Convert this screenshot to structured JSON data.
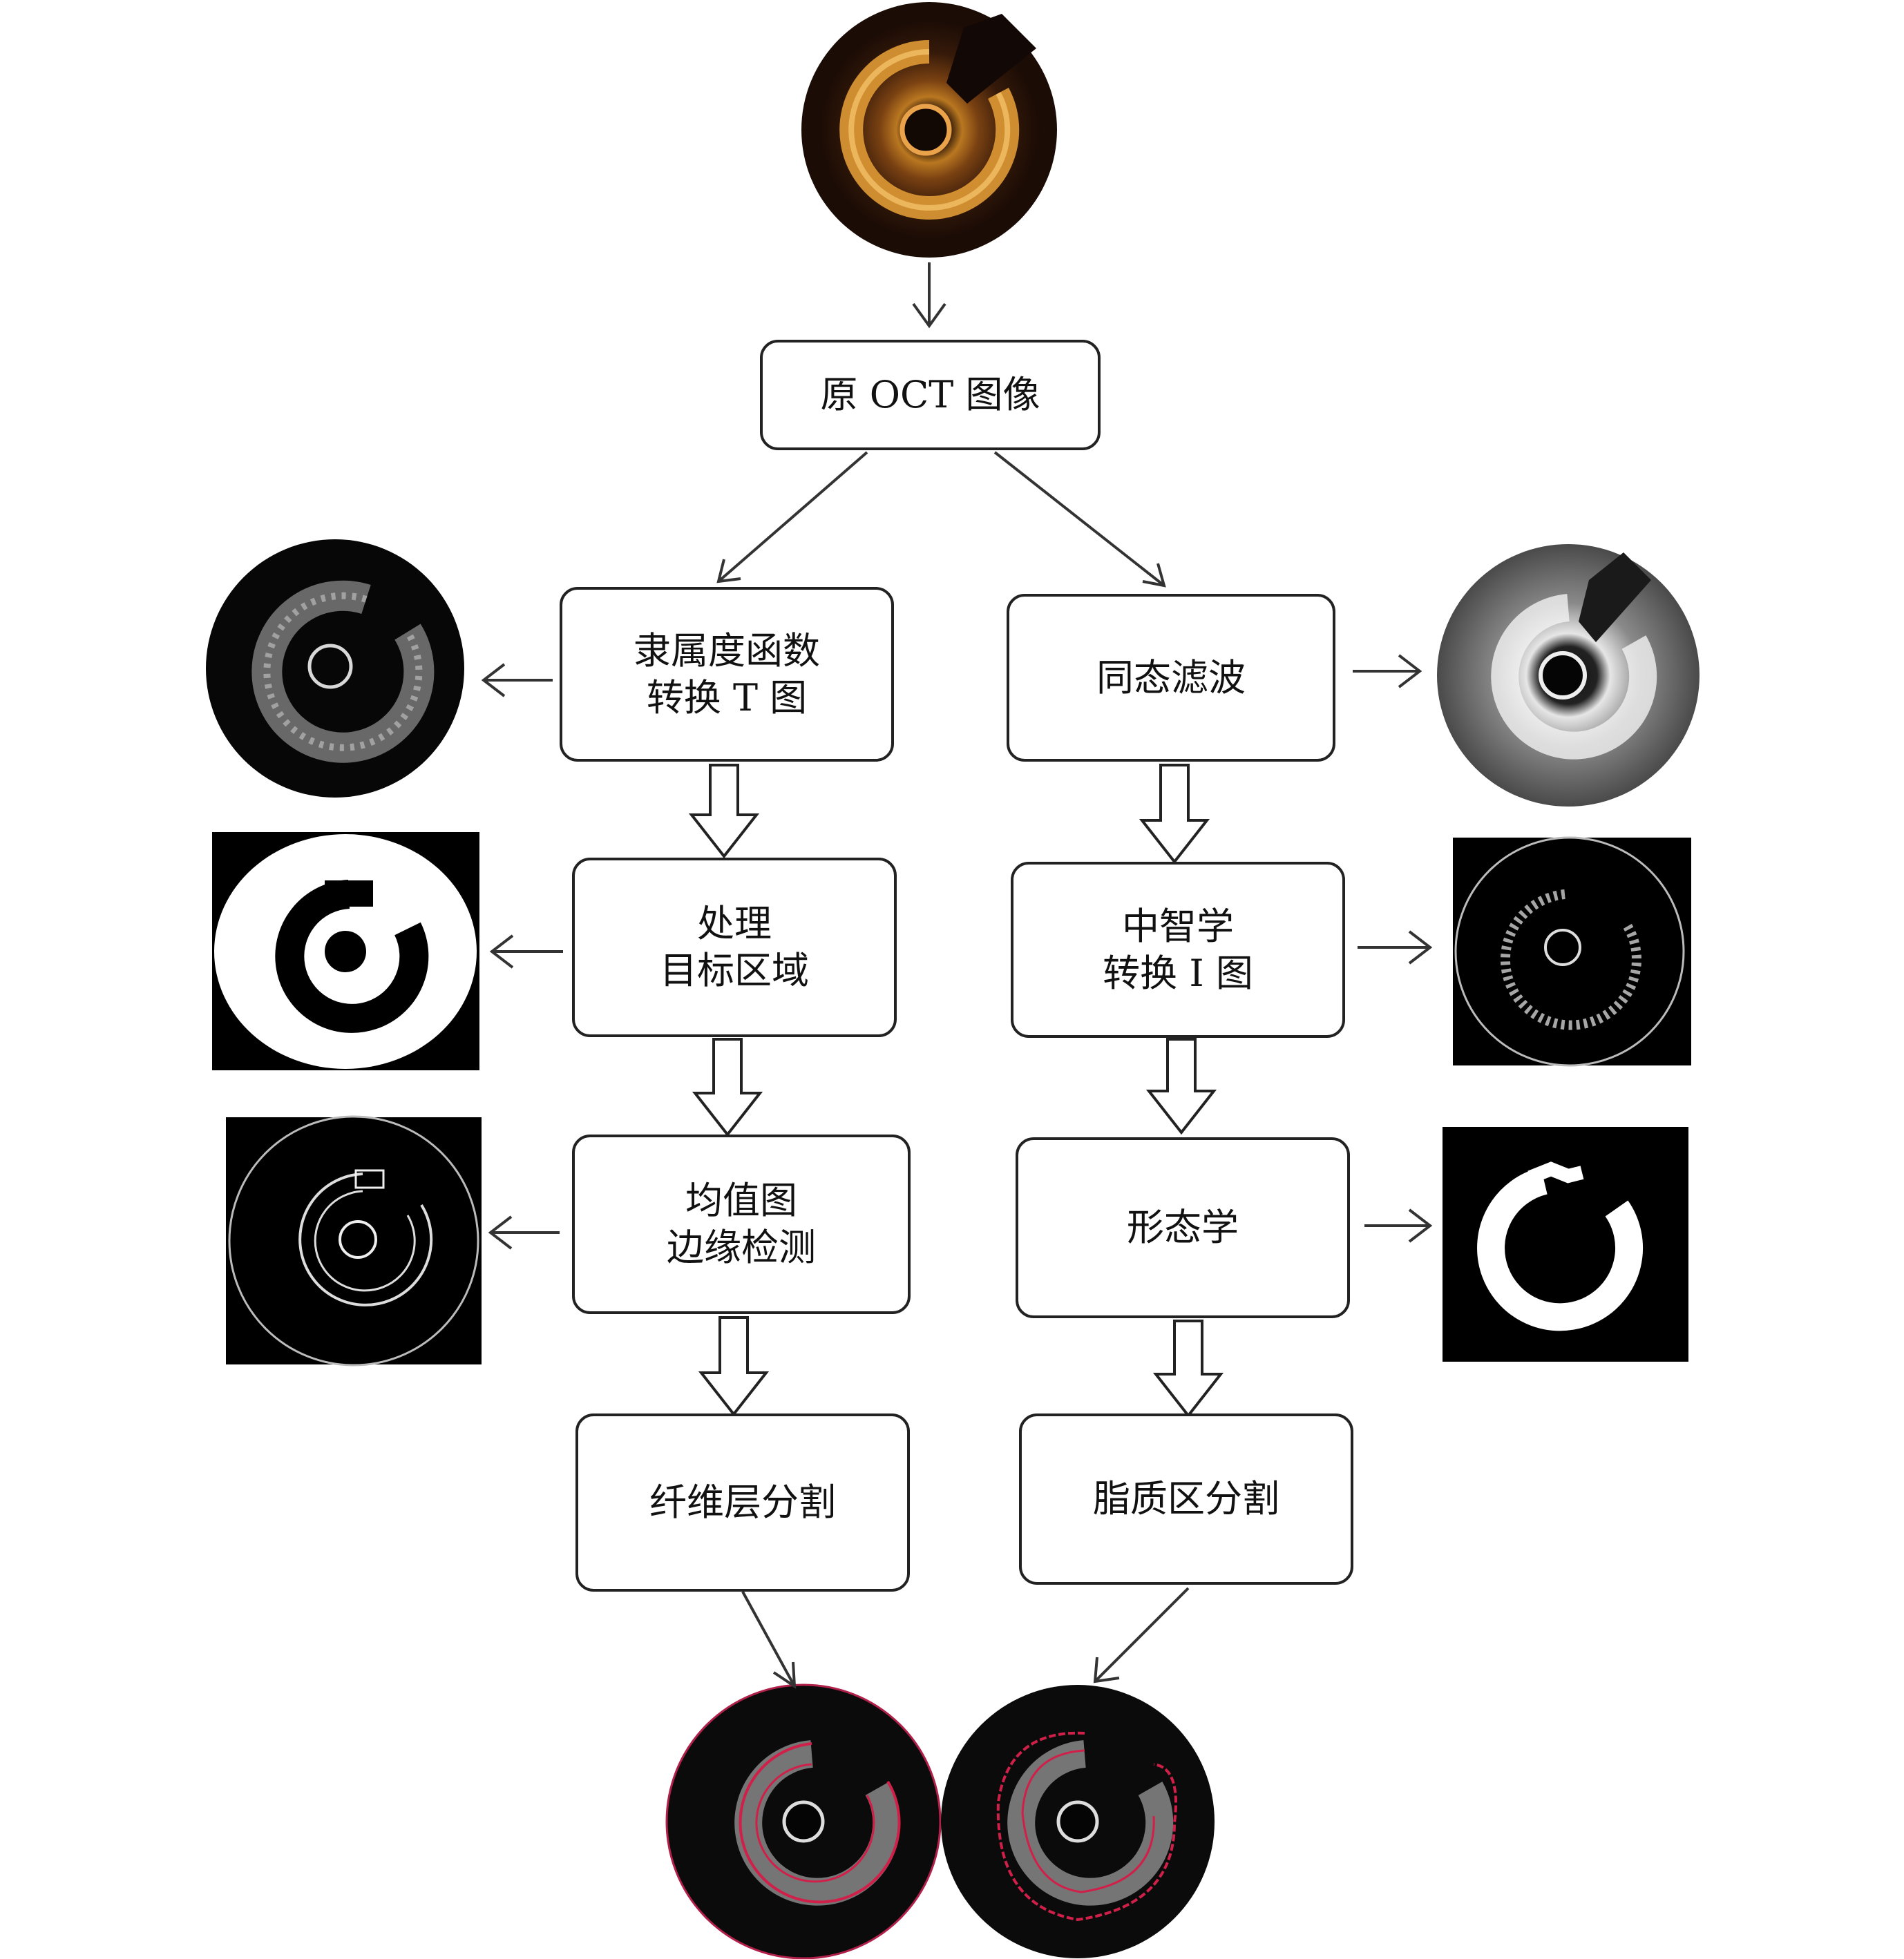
{
  "diagram": {
    "top_box": {
      "label": "原 OCT 图像"
    },
    "left_branch": [
      {
        "lines": [
          "隶属度函数",
          "转换 T 图"
        ]
      },
      {
        "lines": [
          "处理",
          "目标区域"
        ]
      },
      {
        "lines": [
          "均值图",
          "边缘检测"
        ]
      },
      {
        "lines": [
          "纤维层分割"
        ]
      }
    ],
    "right_branch": [
      {
        "lines": [
          "同态滤波"
        ]
      },
      {
        "lines": [
          "中智学",
          "转换 I 图"
        ]
      },
      {
        "lines": [
          "形态学"
        ]
      },
      {
        "lines": [
          "脂质区分割"
        ]
      }
    ],
    "images": {
      "original": "oct-original-image",
      "t_map": "membership-t-map-image",
      "target_region": "binary-target-region-image",
      "edge_map": "mean-edge-detection-image",
      "filtered": "homomorphic-filtered-image",
      "i_map": "neutrosophic-i-map-image",
      "morphology": "morphology-result-image",
      "fibrous_result": "fibrous-layer-segmentation-result",
      "lipid_result": "lipid-region-segmentation-result"
    },
    "colors": {
      "box_border": "#222222",
      "arrow": "#333333",
      "contour": "#d0204a",
      "oct_glow": "#c87d1e"
    }
  }
}
